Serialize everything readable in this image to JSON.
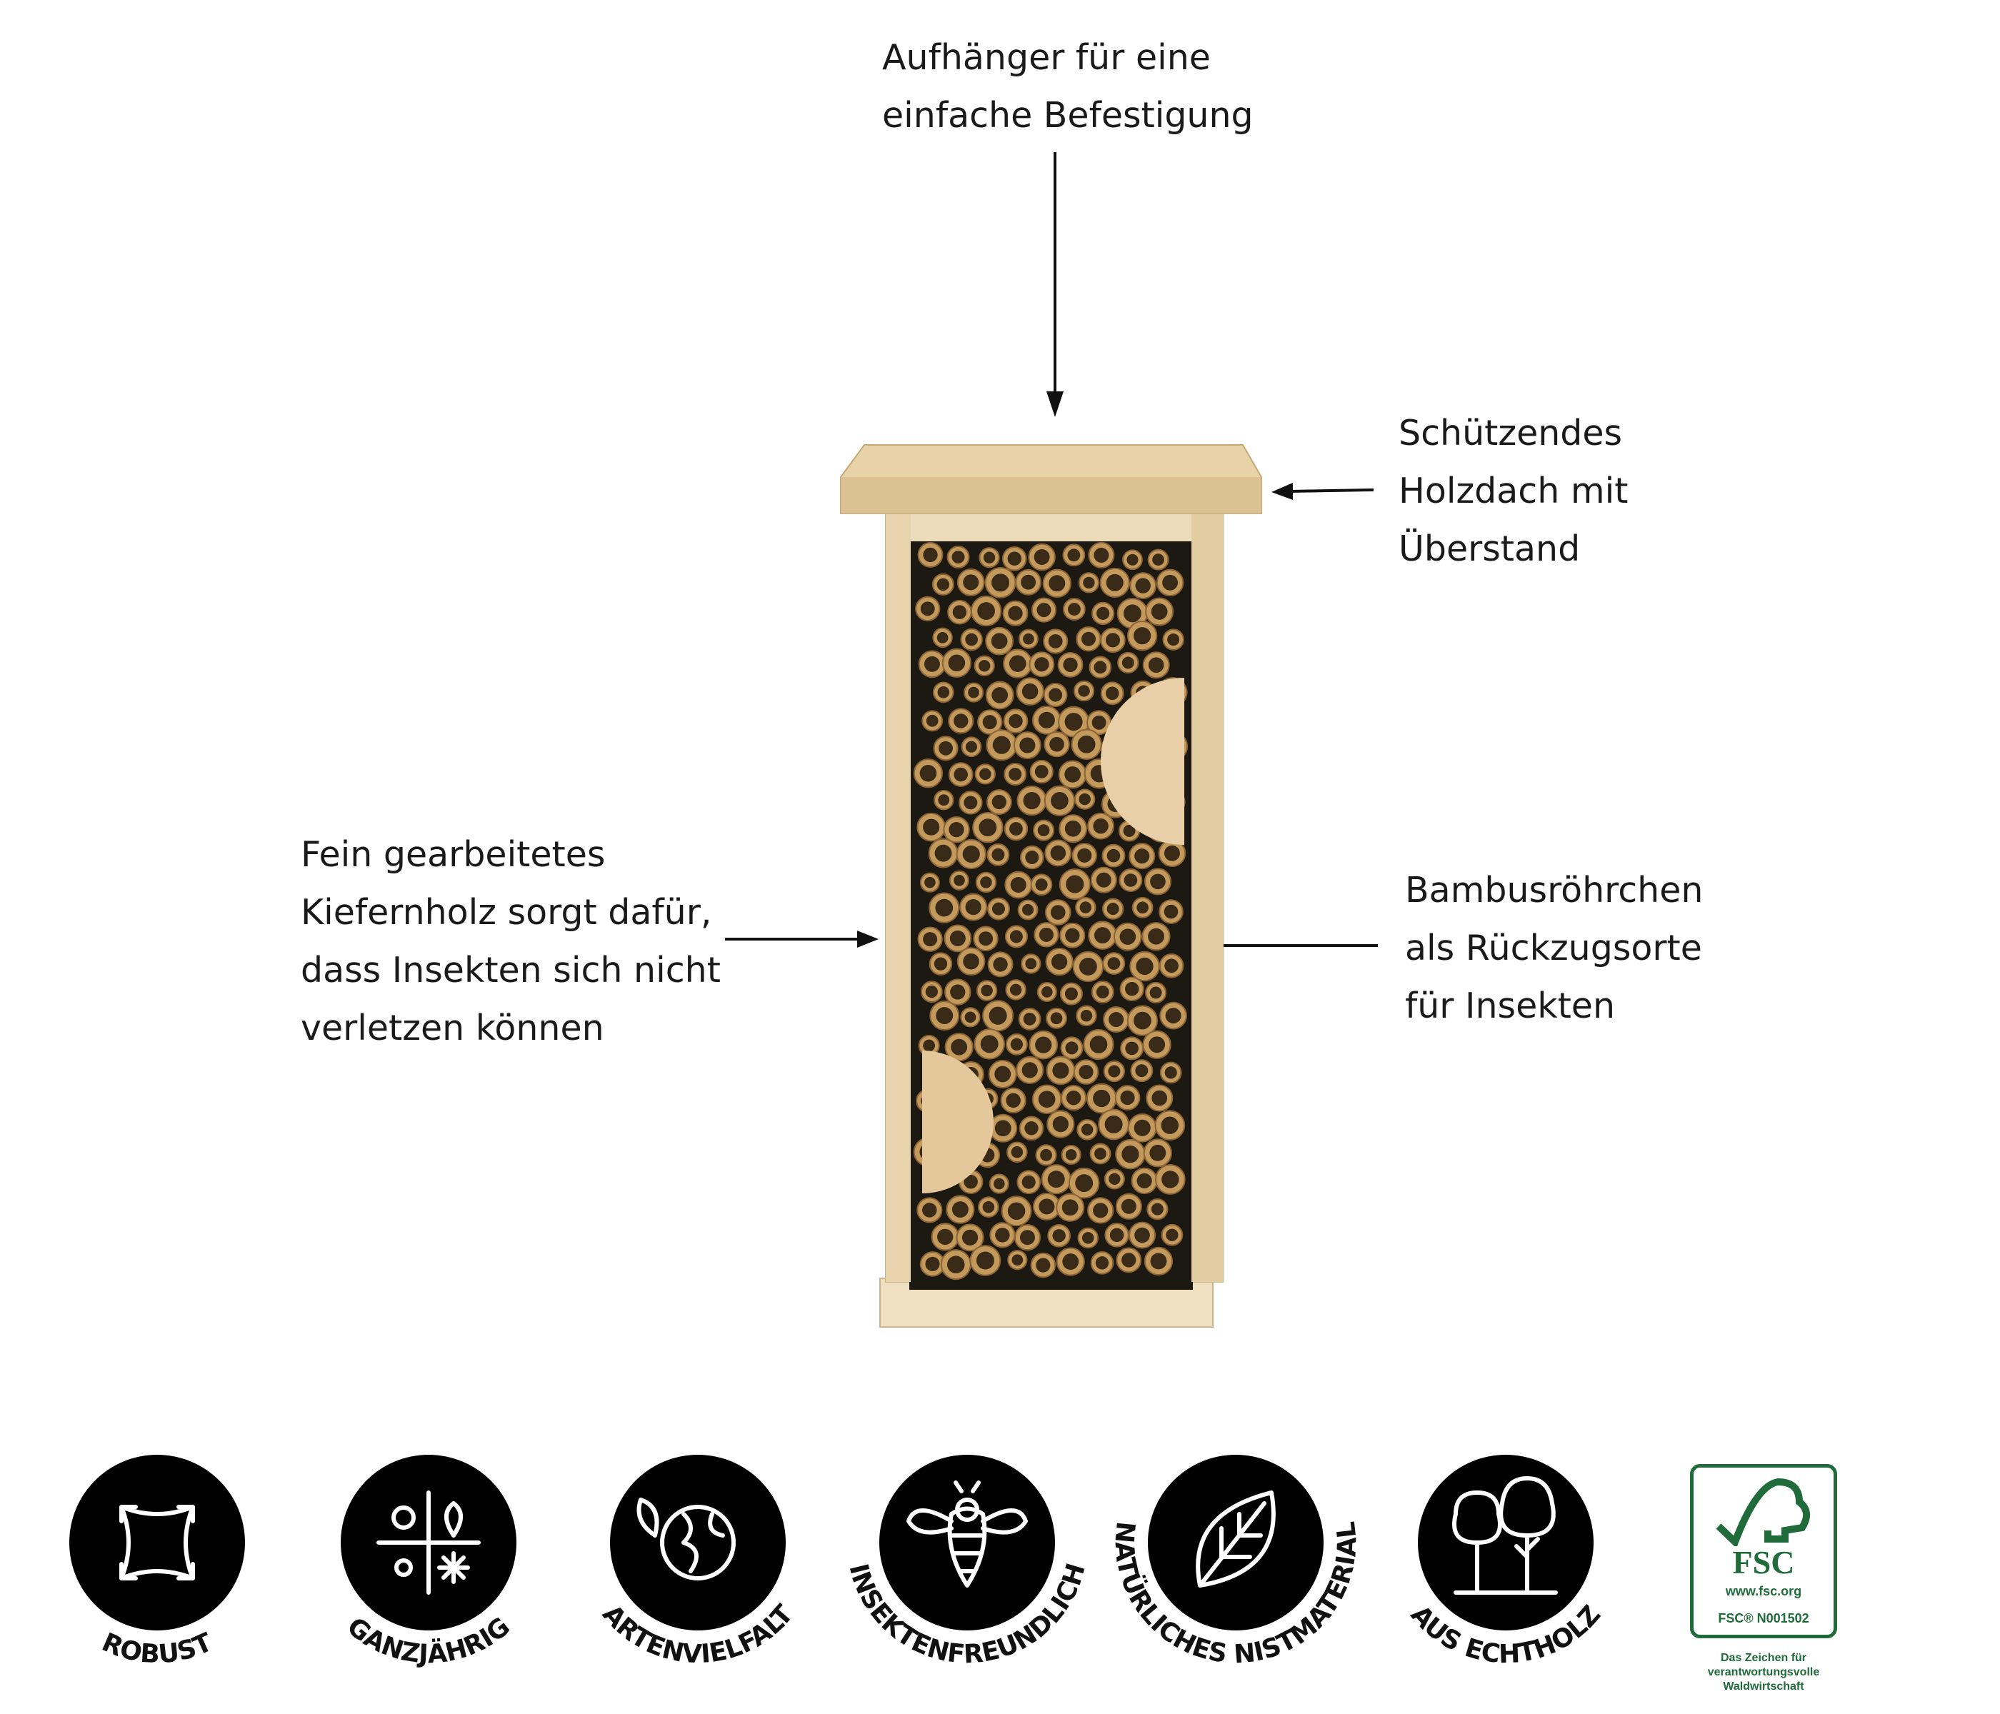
{
  "callouts": {
    "top": "Aufhänger für eine\neinfache Befestigung",
    "roof": "Schützendes\nHolzdach mit\nÜberstand",
    "wood": "Fein gearbeitetes\nKiefernholz sorgt dafür,\ndass Insekten sich nicht\nverletzen können",
    "bamboo": "Bambusröhrchen\nals Rückzugsorte\nfür Insekten"
  },
  "features": [
    {
      "label": "ROBUST",
      "icon": "expand-arrows-icon"
    },
    {
      "label": "GANZJÄHRIG",
      "icon": "four-seasons-icon"
    },
    {
      "label": "ARTENVIELFALT",
      "icon": "globe-leaf-icon"
    },
    {
      "label": "INSEKTENFREUNDLICH",
      "icon": "bee-icon"
    },
    {
      "label": "NATÜRLICHES NISTMATERIAL",
      "icon": "leaf-icon"
    },
    {
      "label": "AUS ECHTHOLZ",
      "icon": "trees-icon"
    }
  ],
  "fsc": {
    "logo_text": "FSC",
    "url": "www.fsc.org",
    "license": "FSC® N001502",
    "tagline": "Das Zeichen für\nverantwortungsvolle\nWaldwirtschaft",
    "color": "#1f6b3a"
  },
  "colors": {
    "wood": "#e8d5b0",
    "bamboo": "#c49a5c",
    "dark": "#1c1812",
    "icon_bg": "#000000"
  }
}
